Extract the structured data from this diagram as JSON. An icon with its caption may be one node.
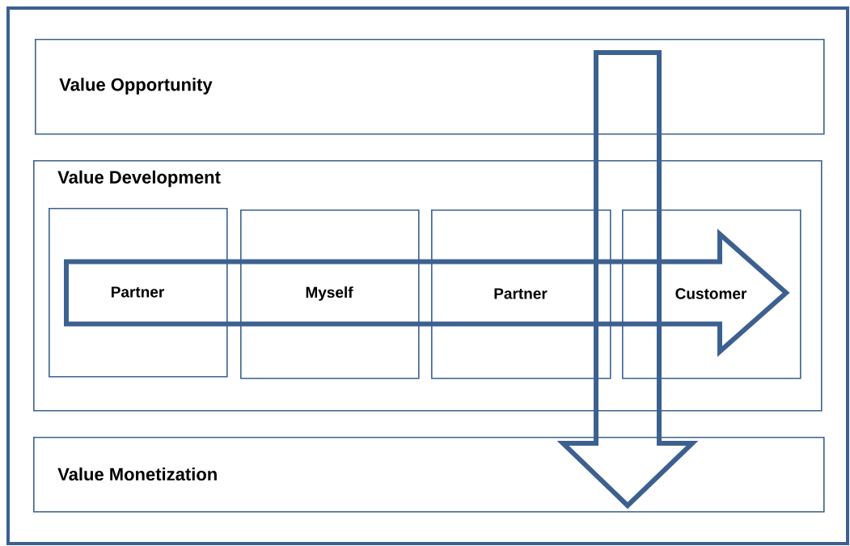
{
  "diagram": {
    "nodes": [
      {
        "text": [
          "Value Opportunity"
        ]
      },
      {
        "text": [
          "Value Development"
        ]
      },
      {
        "text": [
          "Partner"
        ],
        "in": 1
      },
      {
        "text": [
          "Myself"
        ],
        "in": 1
      },
      {
        "text": [
          "Partner"
        ],
        "in": 1
      },
      {
        "text": [
          "Customer"
        ],
        "in": 1
      },
      {
        "text": [
          "Value Monetization"
        ]
      }
    ],
    "edges": [
      {
        "from": 0,
        "to": 6,
        "arrow": "to",
        "style": "thick"
      },
      {
        "from": 2,
        "to": 5,
        "arrow": "to",
        "style": "thick"
      }
    ]
  }
}
